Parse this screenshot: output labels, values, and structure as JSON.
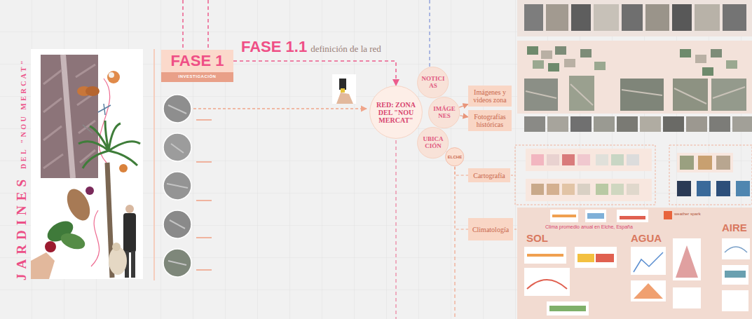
{
  "diagram": {
    "nodes": [
      {
        "text": [
          "FASE 1"
        ]
      },
      {
        "text": [
          "INVESTIGACIÓN"
        ]
      },
      {
        "text": [
          "RED: ZONA DEL \"NOU MERCAT\""
        ]
      },
      {
        "text": [
          "NOTICIAS"
        ]
      },
      {
        "text": [
          "IMÁGENES"
        ]
      },
      {
        "text": [
          "UBICACIÓN"
        ]
      },
      {
        "text": [
          "ELCHE"
        ]
      },
      {
        "text": [
          "Imágenes y videos zona"
        ]
      },
      {
        "text": [
          "Fotografías históricas"
        ]
      },
      {
        "text": [
          "Cartografía"
        ]
      },
      {
        "text": [
          "Climatología"
        ]
      }
    ],
    "edges": [
      {
        "from": 0,
        "to": 2,
        "arrow": "to"
      },
      {
        "from": 4,
        "to": 7,
        "arrow": "to"
      },
      {
        "from": 4,
        "to": 8,
        "arrow": "to"
      },
      {
        "from": 5,
        "to": 6,
        "arrow": "none"
      },
      {
        "from": 6,
        "to": 9,
        "arrow": "none"
      },
      {
        "from": 6,
        "to": 10,
        "arrow": "none"
      }
    ],
    "labels": [
      "JARDINES",
      "DEL \"NOU MERCAT\"",
      "FASE 1.1",
      "definición de la red",
      "Clima promedio anual en Elche, España",
      "weather spark",
      "SOL",
      "AGUA",
      "AIRE"
    ]
  }
}
